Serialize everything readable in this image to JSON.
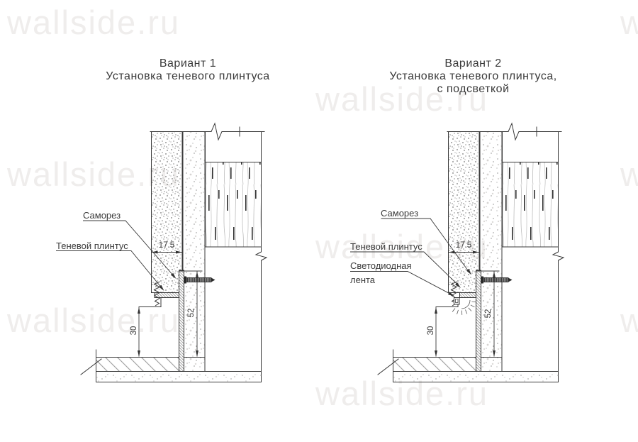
{
  "watermark": {
    "text": "wallside.ru",
    "color": "#efedec"
  },
  "titles": {
    "variant1": {
      "line1": "Вариант 1",
      "line2": "Установка теневого плинтуса"
    },
    "variant2": {
      "line1": "Вариант 2",
      "line2": "Установка теневого плинтуса,",
      "line3": "с подсветкой"
    }
  },
  "drawings": [
    {
      "name": "variant-1",
      "labels": {
        "screw": "Саморез",
        "plinth": "Теневой плинтус"
      },
      "dimensions": {
        "wall_thickness": "17.5",
        "gap_height": "30",
        "profile_height": "52"
      }
    },
    {
      "name": "variant-2",
      "labels": {
        "screw": "Саморез",
        "plinth": "Теневой плинтус",
        "led_line1": "Светодиодная",
        "led_line2": "лента"
      },
      "dimensions": {
        "wall_thickness": "17.5",
        "gap_height": "30",
        "profile_height": "52"
      }
    }
  ],
  "colors": {
    "line": "#3a3a3a",
    "hatch": "#999999"
  }
}
